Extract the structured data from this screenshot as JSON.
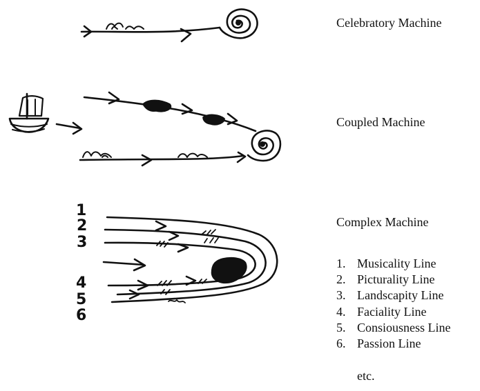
{
  "machines": {
    "celebratory": "Celebratory Machine",
    "coupled": "Coupled Machine",
    "complex": "Complex Machine"
  },
  "figure_numbers": [
    "1",
    "2",
    "3",
    "4",
    "5",
    "6"
  ],
  "legend": [
    {
      "num": "1.",
      "label": "Musicality Line"
    },
    {
      "num": "2.",
      "label": "Picturality Line"
    },
    {
      "num": "3.",
      "label": "Landscapity Line"
    },
    {
      "num": "4.",
      "label": "Faciality Line"
    },
    {
      "num": "5.",
      "label": "Consiousness Line"
    },
    {
      "num": "6.",
      "label": "Passion Line"
    }
  ],
  "legend_more": "etc.",
  "colors": {
    "ink": "#111111",
    "paper": "#ffffff"
  }
}
